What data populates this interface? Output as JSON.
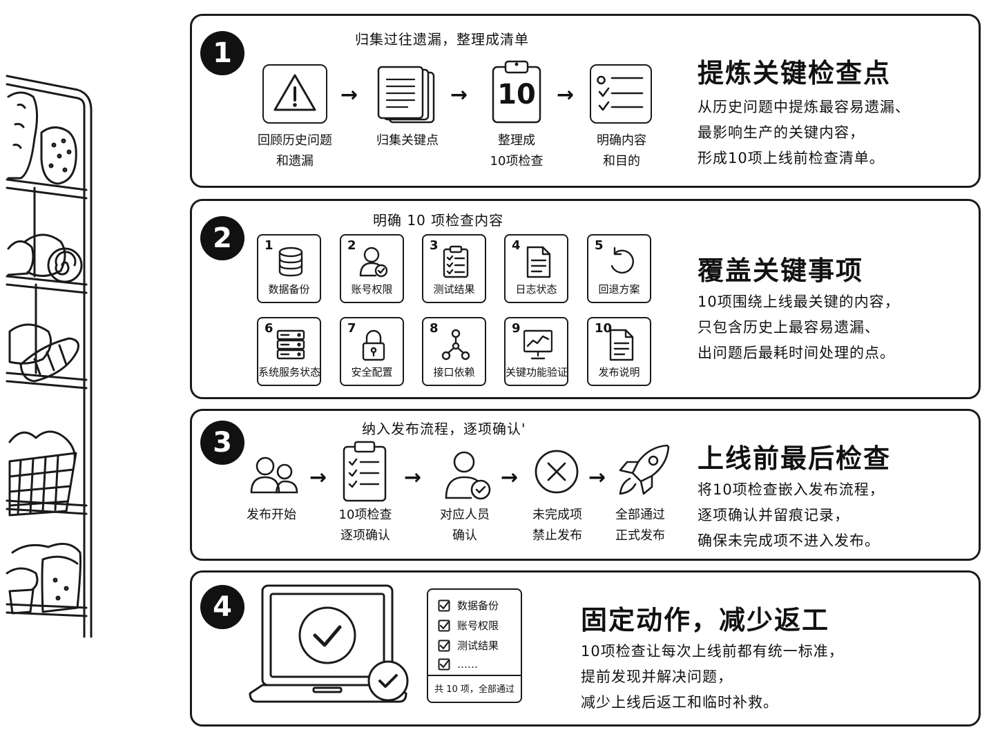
{
  "sections": [
    {
      "number": "1",
      "caption": "归集过往遗漏，整理成清单",
      "steps": [
        {
          "lines": [
            "回顾历史问题",
            "和遗漏"
          ]
        },
        {
          "lines": [
            "归集关键点"
          ]
        },
        {
          "lines": [
            "整理成",
            "10项检查"
          ]
        },
        {
          "lines": [
            "明确内容",
            "和目的"
          ]
        }
      ],
      "clipboard_number": "10",
      "title": "提炼关键检查点",
      "desc": [
        "从历史问题中提炼最容易遗漏、",
        "最影响生产的关键内容，",
        "形成10项上线前检查清单。"
      ]
    },
    {
      "number": "2",
      "caption": "明确 10 项检查内容",
      "tiles": [
        {
          "n": "1",
          "label": "数据备份",
          "icon": "database-icon"
        },
        {
          "n": "2",
          "label": "账号权限",
          "icon": "user-check-icon"
        },
        {
          "n": "3",
          "label": "测试结果",
          "icon": "clipboard-check-icon"
        },
        {
          "n": "4",
          "label": "日志状态",
          "icon": "document-icon"
        },
        {
          "n": "5",
          "label": "回退方案",
          "icon": "undo-icon"
        },
        {
          "n": "6",
          "label": "系统服务状态",
          "icon": "server-icon"
        },
        {
          "n": "7",
          "label": "安全配置",
          "icon": "lock-icon"
        },
        {
          "n": "8",
          "label": "接口依赖",
          "icon": "network-icon"
        },
        {
          "n": "9",
          "label": "关键功能验证",
          "icon": "monitor-chart-icon"
        },
        {
          "n": "10",
          "label": "发布说明",
          "icon": "document-icon"
        }
      ],
      "title": "覆盖关键事项",
      "desc": [
        "10项围绕上线最关键的内容，",
        "只包含历史上最容易遗漏、",
        "出问题后最耗时间处理的点。"
      ]
    },
    {
      "number": "3",
      "caption": "纳入发布流程，逐项确认'",
      "steps": [
        {
          "lines": [
            "发布开始"
          ]
        },
        {
          "lines": [
            "10项检查",
            "逐项确认"
          ]
        },
        {
          "lines": [
            "对应人员",
            "确认"
          ]
        },
        {
          "lines": [
            "未完成项",
            "禁止发布"
          ]
        },
        {
          "lines": [
            "全部通过",
            "正式发布"
          ]
        }
      ],
      "title": "上线前最后检查",
      "desc": [
        "将10项检查嵌入发布流程，",
        "逐项确认并留痕记录，",
        "确保未完成项不进入发布。"
      ]
    },
    {
      "number": "4",
      "checklist": [
        "数据备份",
        "账号权限",
        "测试结果",
        "……"
      ],
      "summary": "共 10 项，全部通过",
      "title": "固定动作，减少返工",
      "desc": [
        "10项检查让每次上线前都有统一标准，",
        "提前发现并解决问题，",
        "减少上线后返工和临时补救。"
      ]
    }
  ],
  "arrow_glyph": "→",
  "colors": {
    "ink": "#111111",
    "background": "#ffffff"
  }
}
